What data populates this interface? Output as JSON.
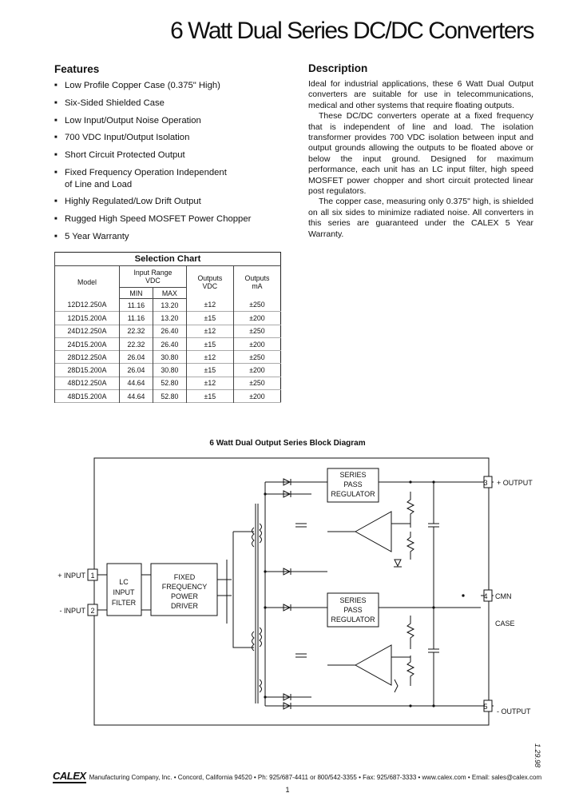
{
  "title": "6 Watt Dual Series DC/DC Converters",
  "features": {
    "heading": "Features",
    "items": [
      "Low Profile Copper Case (0.375\" High)",
      "Six-Sided Shielded Case",
      "Low Input/Output Noise Operation",
      "700 VDC Input/Output Isolation",
      "Short Circuit Protected Output",
      "Fixed Frequency Operation Independent of Line and Load",
      "Highly Regulated/Low Drift Output",
      "Rugged High Speed MOSFET Power Chopper",
      "5 Year Warranty"
    ]
  },
  "description": {
    "heading": "Description",
    "paragraphs": [
      "Ideal for industrial applications, these 6 Watt Dual Output converters are suitable for use in telecommunications, medical and other systems that require floating outputs.",
      "These DC/DC converters operate at a fixed frequency that is independent of line and load.  The isolation transformer provides 700 VDC isolation between input and output grounds allowing the outputs to be floated above or below the input ground. Designed for maximum performance, each unit has an LC input filter, high speed MOSFET power chopper and short circuit protected linear post regulators.",
      "The copper case, measuring only 0.375\" high, is shielded on all six sides to minimize radiated noise.  All converters in this series are guaranteed under the CALEX 5 Year Warranty."
    ]
  },
  "selection_chart": {
    "caption": "Selection Chart",
    "col_model": "Model",
    "col_input": "Input Range VDC",
    "col_min": "MIN",
    "col_max": "MAX",
    "col_vout": "Outputs VDC",
    "col_ma": "Outputs mA",
    "rows": [
      [
        "12D12.250A",
        "11.16",
        "13.20",
        "±12",
        "±250"
      ],
      [
        "12D15.200A",
        "11.16",
        "13.20",
        "±15",
        "±200"
      ],
      [
        "24D12.250A",
        "22.32",
        "26.40",
        "±12",
        "±250"
      ],
      [
        "24D15.200A",
        "22.32",
        "26.40",
        "±15",
        "±200"
      ],
      [
        "28D12.250A",
        "26.04",
        "30.80",
        "±12",
        "±250"
      ],
      [
        "28D15.200A",
        "26.04",
        "30.80",
        "±15",
        "±200"
      ],
      [
        "48D12.250A",
        "44.64",
        "52.80",
        "±12",
        "±250"
      ],
      [
        "48D15.200A",
        "44.64",
        "52.80",
        "±15",
        "±200"
      ]
    ]
  },
  "block_diagram": {
    "title": "6 Watt Dual Output Series Block Diagram",
    "in_plus": "+ INPUT",
    "in_minus": "- INPUT",
    "pin1": "1",
    "pin2": "2",
    "pin3": "3",
    "pin4": "4",
    "pin5": "5",
    "lc_filter": [
      "LC",
      "INPUT",
      "FILTER"
    ],
    "driver": [
      "FIXED",
      "FREQUENCY",
      "POWER",
      "DRIVER"
    ],
    "reg_top": [
      "SERIES",
      "PASS",
      "REGULATOR"
    ],
    "reg_bot": [
      "SERIES",
      "PASS",
      "REGULATOR"
    ],
    "out_plus": "+ OUTPUT",
    "cmn": "CMN",
    "case": "CASE",
    "out_minus": "- OUTPUT"
  },
  "footer": {
    "logo": "CALEX",
    "text": "Manufacturing Company, Inc.  •  Concord, California 94520  •  Ph: 925/687-4411 or 800/542-3355  •  Fax: 925/687-3333  •  www.calex.com  •  Email: sales@calex.com",
    "page": "1",
    "date": "1.29.98"
  }
}
